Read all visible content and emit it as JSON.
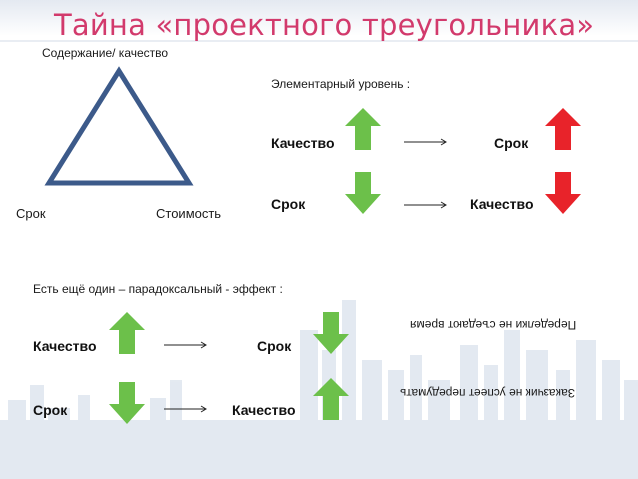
{
  "slide": {
    "title": "Тайна «проектного треугольника»",
    "triangle": {
      "top_label": "Содержание/ качество",
      "left_label": "Срок",
      "right_label": "Стоимость"
    },
    "elementary": {
      "heading": "Элементарный уровень :",
      "row1": {
        "left": "Качество",
        "right": "Срок"
      },
      "row2": {
        "left": "Срок",
        "right": "Качество"
      }
    },
    "paradox": {
      "heading": "Есть ещё один – парадоксальный - эффект :",
      "row1": {
        "left": "Качество",
        "right": "Срок"
      },
      "row2": {
        "left": "Срок",
        "right": "Качество"
      }
    },
    "upside_down_notes": [
      "Переделки не съедают время",
      "Заказчик не успеет передумать"
    ]
  },
  "colors": {
    "title": "#d23a6c",
    "arrow_green": "#6cc04a",
    "arrow_red": "#e8232a",
    "triangle": "#3c5a8a",
    "skyline": "#d9e2ee"
  },
  "icons": {
    "green_up": "arrow-up-icon",
    "green_down": "arrow-down-icon",
    "red_up": "arrow-up-icon",
    "red_down": "arrow-down-icon"
  }
}
